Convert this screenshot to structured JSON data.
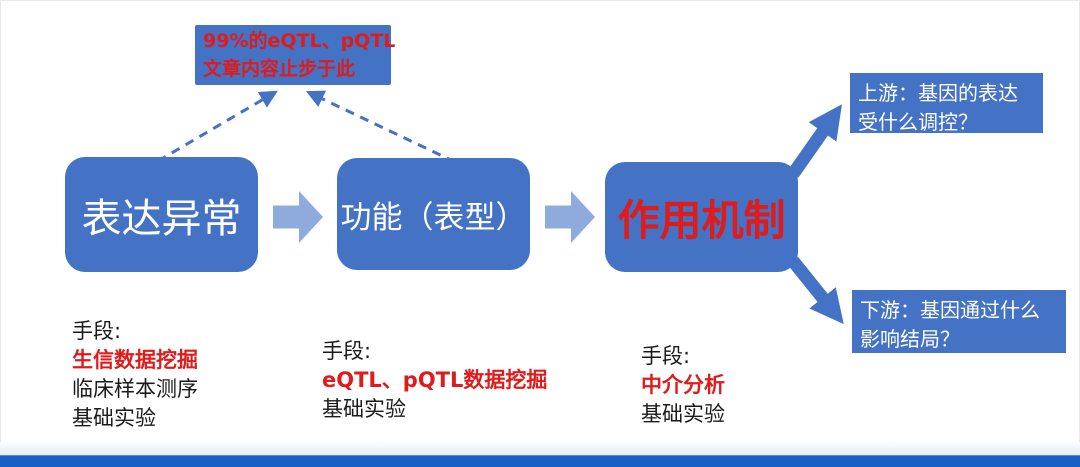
{
  "colors": {
    "box-blue": "#4472C4",
    "light-arrow": "#8FAADC",
    "red-text": "#E01B1B",
    "black-text": "#1A1A1A",
    "bar-blue": "#1660C5"
  },
  "annotation": {
    "line1": "99%的eQTL、pQTL",
    "line2": "文章内容止步于此"
  },
  "flow": {
    "box1": {
      "label": "表达异常"
    },
    "box2": {
      "label": "功能（表型）"
    },
    "box3": {
      "label": "作用机制"
    }
  },
  "branches": {
    "upstream": {
      "line1": "上游：基因的表达",
      "line2": "受什么调控？"
    },
    "downstream": {
      "line1": "下游：基因通过什么",
      "line2": "影响结局？"
    }
  },
  "methods": [
    {
      "header": "手段:",
      "items": [
        {
          "text": "生信数据挖掘",
          "highlight": true
        },
        {
          "text": "临床样本测序",
          "highlight": false
        },
        {
          "text": "基础实验",
          "highlight": false
        }
      ]
    },
    {
      "header": "手段:",
      "items": [
        {
          "text": "eQTL、pQTL数据挖掘",
          "highlight": true
        },
        {
          "text": "基础实验",
          "highlight": false
        }
      ]
    },
    {
      "header": "手段:",
      "items": [
        {
          "text": "中介分析",
          "highlight": true
        },
        {
          "text": "基础实验",
          "highlight": false
        }
      ]
    }
  ]
}
